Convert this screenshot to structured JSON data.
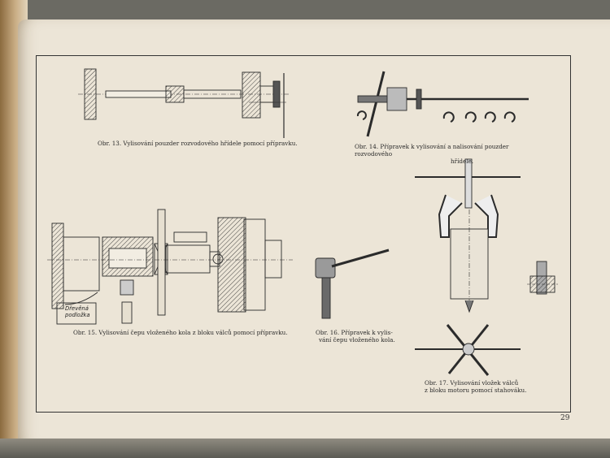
{
  "page": {
    "number": "29"
  },
  "figures": {
    "fig13": {
      "caption": "Obr. 13. Vylisování pouzder rozvodového hřídele pomocí přípravku."
    },
    "fig14": {
      "caption_1": "Obr. 14. Přípravek k vylisování a nalisování pouzder rozvodového",
      "caption_2": "hřídele."
    },
    "fig15": {
      "caption": "Obr. 15. Vylisování čepu vloženého kola z bloku válců pomocí přípravku.",
      "label_1": "Dřevěná",
      "label_2": "podložka"
    },
    "fig16": {
      "caption_1": "Obr. 16. Přípravek k vylis-",
      "caption_2": "vání čepu vloženého kola."
    },
    "fig17": {
      "caption_1": "Obr. 17. Vylisování vložek válců",
      "caption_2": "z bloku motoru pomocí stahováku."
    }
  }
}
